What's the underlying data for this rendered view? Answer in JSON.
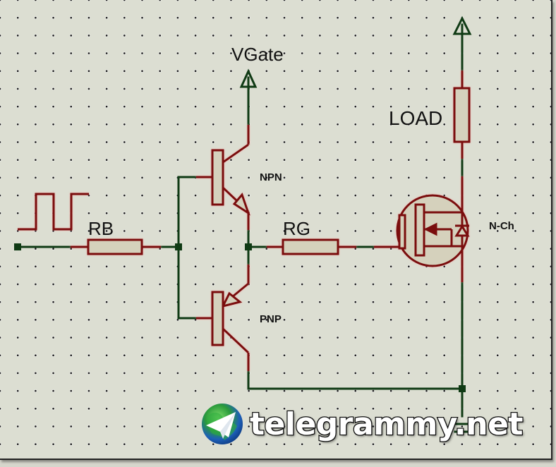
{
  "diagram": {
    "title": "",
    "colors": {
      "background": "#dcded2",
      "wire": "#0f3a14",
      "component": "#7a1010",
      "component_fill": "#d5d1bc",
      "label": "#111111"
    },
    "labels": {
      "rb": "RB",
      "rg": "RG",
      "vgate": "VGate",
      "load": "LOAD",
      "npn": "NPN",
      "pnp": "PNP",
      "nch": "N-Ch"
    },
    "components": [
      {
        "id": "input-pulse",
        "type": "square-wave-source"
      },
      {
        "id": "rb",
        "type": "resistor",
        "label": "RB"
      },
      {
        "id": "q-npn",
        "type": "npn-transistor",
        "label": "NPN"
      },
      {
        "id": "q-pnp",
        "type": "pnp-transistor",
        "label": "PNP"
      },
      {
        "id": "rg",
        "type": "resistor",
        "label": "RG"
      },
      {
        "id": "vgate",
        "type": "power-terminal",
        "label": "VGate"
      },
      {
        "id": "mosfet",
        "type": "n-channel-mosfet",
        "label": "N-Ch"
      },
      {
        "id": "load",
        "type": "resistor",
        "label": "LOAD"
      },
      {
        "id": "vsupply",
        "type": "power-terminal",
        "label": ""
      },
      {
        "id": "gnd",
        "type": "ground",
        "label": ""
      }
    ]
  },
  "watermark": {
    "text": "telegrammy.net",
    "icon": "telegram-globe-icon"
  }
}
